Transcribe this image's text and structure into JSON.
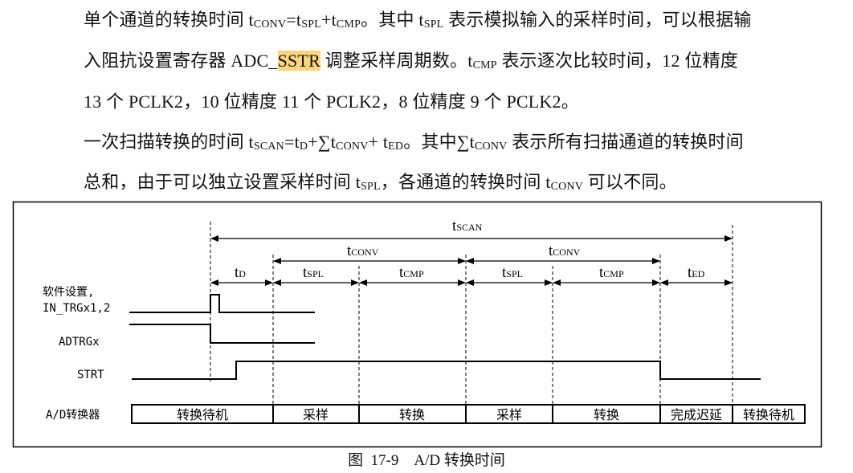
{
  "text": {
    "line1": {
      "a": "单个通道的转换时间 t",
      "a_sub": "CONV",
      "b": "=t",
      "b_sub": "SPL",
      "c": "+t",
      "c_sub": "CMP",
      "d": "。其中 t",
      "d_sub": "SPL",
      "e": " 表示模拟输入的采样时间，可以根据输"
    },
    "line2": {
      "a": "入阻抗设置寄存器 ADC_",
      "highlight": "SSTR",
      "b": " 调整采样周期数。t",
      "b_sub": "CMP",
      "c": " 表示逐次比较时间，12 位精度"
    },
    "line3": "13 个 PCLK2，10 位精度 11 个 PCLK2，8 位精度 9 个 PCLK2。",
    "line4": {
      "a": "一次扫描转换的时间 t",
      "a_sub": "SCAN",
      "b": "=t",
      "b_sub": "D",
      "c": "+∑t",
      "c_sub": "CONV",
      "d": "+ t",
      "d_sub": "ED",
      "e": "。其中∑t",
      "e_sub": "CONV",
      "f": " 表示所有扫描通道的转换时间"
    },
    "line5": {
      "a": "总和，由于可以独立设置采样时间 t",
      "a_sub": "SPL",
      "b": "，各通道的转换时间 t",
      "b_sub": "CONV",
      "c": " 可以不同。"
    }
  },
  "diagram": {
    "timing_labels": {
      "t": "t",
      "scan": "SCAN",
      "conv": "CONV",
      "d": "D",
      "spl": "SPL",
      "cmp": "CMP",
      "ed": "ED"
    },
    "signals": {
      "sw_line1": "软件设置,",
      "sw_line2": "IN_TRGx1,2",
      "adtrg": "ADTRGx",
      "strt": "STRT",
      "adc": "A/D转换器"
    },
    "states": [
      "转换待机",
      "采样",
      "转换",
      "采样",
      "转换",
      "完成迟延",
      "转换待机"
    ]
  },
  "caption": "图  17-9    A/D 转换时间",
  "colors": {
    "highlight": "#fcd57a",
    "line": "#000000"
  }
}
